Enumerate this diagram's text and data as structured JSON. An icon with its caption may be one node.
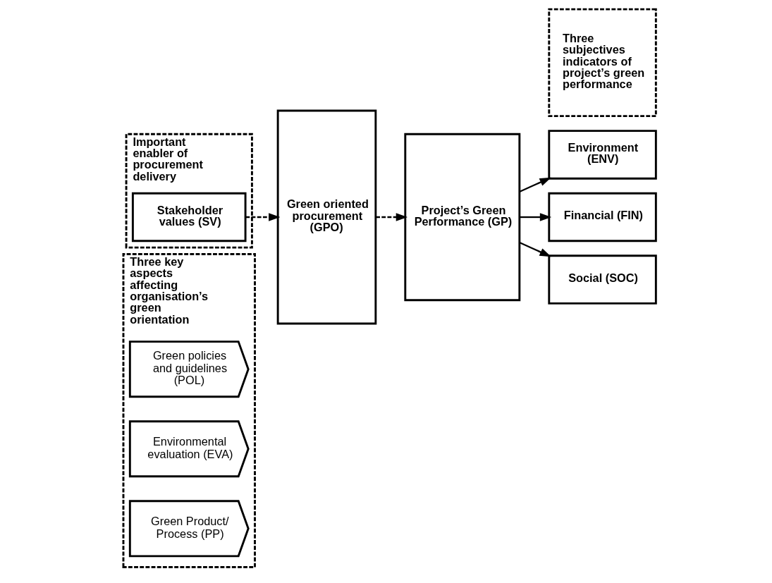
{
  "diagram": {
    "nodes": [
      {
        "text": [
          "Three key aspects affecting organisation’s green orientation"
        ]
      },
      {
        "text": [
          "Green policies and guidelines (POL)"
        ],
        "in": 0
      },
      {
        "text": [
          "Environmental evaluation (EVA)"
        ],
        "in": 0
      },
      {
        "text": [
          "Green Product/ Process (PP)"
        ],
        "in": 0
      },
      {
        "text": [
          "Green oriented procurement (GPO)"
        ]
      },
      {
        "text": [
          "Project’s Green Performance (GP)"
        ]
      },
      {
        "text": [
          "Environment (ENV)"
        ]
      },
      {
        "text": [
          "Financial (FIN)"
        ]
      },
      {
        "text": [
          "Social (SOC)"
        ]
      },
      {
        "text": [
          "Three subjectives indicators of project’s green performance"
        ]
      },
      {
        "text": [
          "Important enabler of procurement delivery"
        ]
      },
      {
        "text": [
          "Stakeholder values (SV)"
        ],
        "in": 10
      }
    ],
    "edges": [
      {
        "from": 4,
        "to": 5,
        "arrow": "to",
        "style": "dashed"
      },
      {
        "from": 5,
        "to": 6,
        "arrow": "to"
      },
      {
        "from": 5,
        "to": 7,
        "arrow": "to"
      },
      {
        "from": 5,
        "to": 8,
        "arrow": "to"
      },
      {
        "from": 11,
        "to": 4,
        "arrow": "to",
        "style": "dashed"
      }
    ]
  }
}
